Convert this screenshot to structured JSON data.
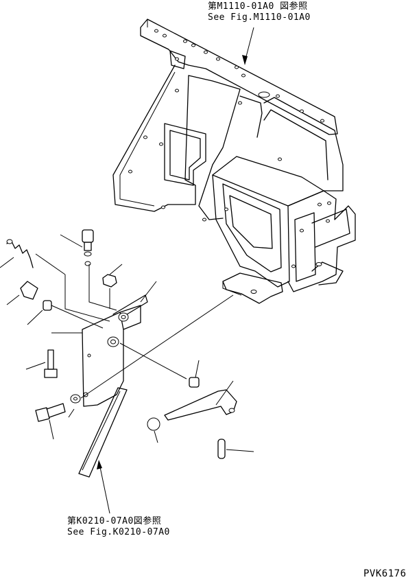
{
  "callouts": {
    "top": {
      "line1": "第M1110-01A0 図参照",
      "line2": "See Fig.M1110-01A0"
    },
    "bottom": {
      "line1": "第K0210-07A0図参照",
      "line2": "See Fig.K0210-07A0"
    }
  },
  "drawing_id": "PVK6176"
}
